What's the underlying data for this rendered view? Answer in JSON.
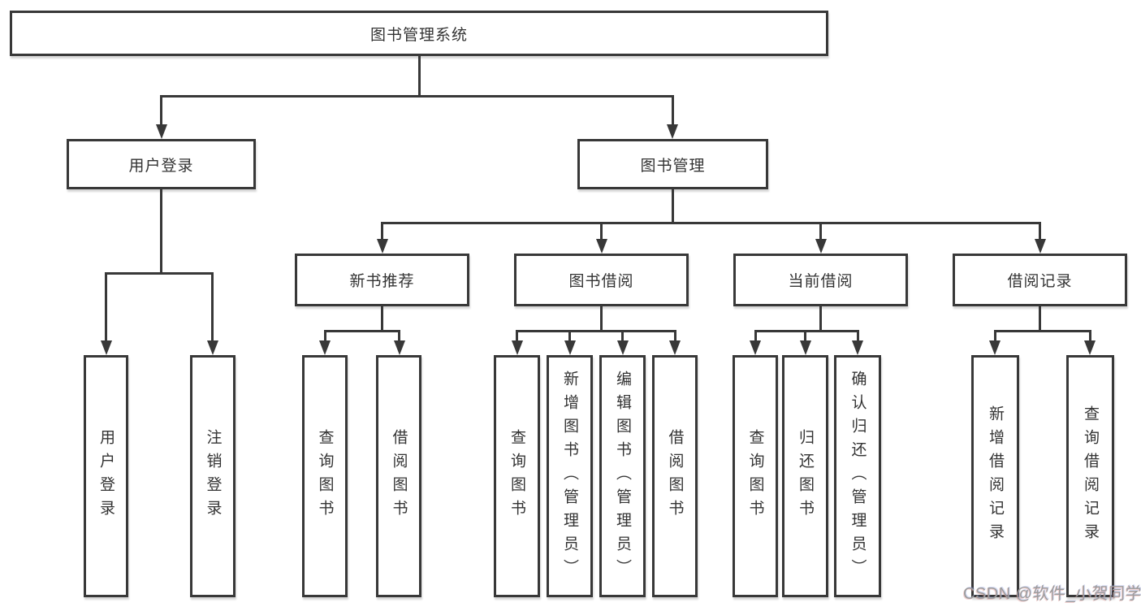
{
  "tree": {
    "root": "图书管理系统",
    "branches": [
      {
        "label": "用户登录",
        "children": [
          "用户登录",
          "注销登录"
        ]
      },
      {
        "label": "图书管理",
        "sections": [
          {
            "label": "新书推荐",
            "children": [
              "查询图书",
              "借阅图书"
            ]
          },
          {
            "label": "图书借阅",
            "children": [
              "查询图书",
              "新增图书（管理员）",
              "编辑图书（管理员）",
              "借阅图书"
            ]
          },
          {
            "label": "当前借阅",
            "children": [
              "查询图书",
              "归还图书",
              "确认归还（管理员）"
            ]
          },
          {
            "label": "借阅记录",
            "children": [
              "新增借阅记录",
              "查询借阅记录"
            ]
          }
        ]
      }
    ]
  },
  "watermark": {
    "text": "CSDN @软件_小贺同学",
    "color": "#9d9d9d"
  },
  "colors": {
    "line": "#383838",
    "box_border": "#383838",
    "box_fill": "#ffffff",
    "text": "#333333",
    "background": "#ffffff"
  }
}
